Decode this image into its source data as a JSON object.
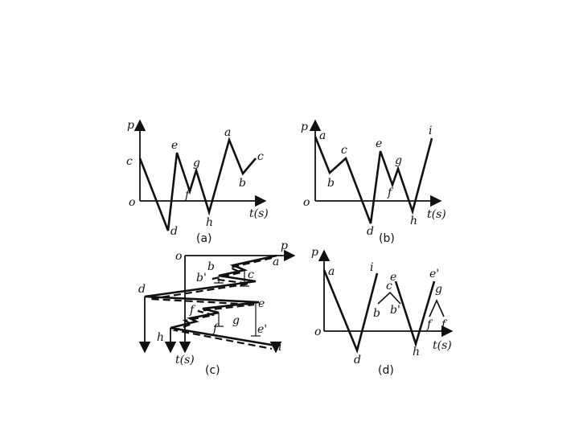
{
  "panels": {
    "a": {
      "caption": "(a)",
      "axis_y": "p",
      "axis_x": "t(s)",
      "origin": "o",
      "points": [
        "c",
        "d",
        "e",
        "f",
        "g",
        "h",
        "a",
        "b",
        "c"
      ]
    },
    "b": {
      "caption": "(b)",
      "axis_y": "p",
      "axis_x": "t(s)",
      "origin": "o",
      "points": [
        "a",
        "b",
        "c",
        "d",
        "e",
        "f",
        "g",
        "h",
        "i"
      ]
    },
    "c": {
      "caption": "(c)",
      "axis_y": "p",
      "axis_x": "t(s)",
      "origin": "o",
      "points": [
        "a",
        "b",
        "b'",
        "c",
        "d",
        "e",
        "f",
        "f",
        "g",
        "e'",
        "h",
        "i"
      ]
    },
    "d": {
      "caption": "(d)",
      "axis_y": "p",
      "axis_x": "t(s)",
      "origin": "o",
      "points": [
        "a",
        "i",
        "e",
        "c",
        "b",
        "b'",
        "d",
        "h",
        "e'",
        "g",
        "f",
        "f"
      ]
    }
  }
}
